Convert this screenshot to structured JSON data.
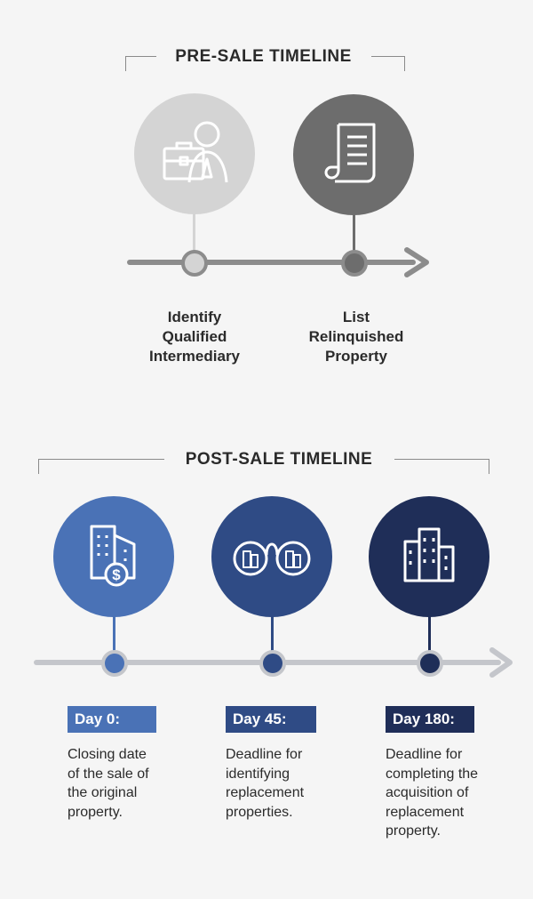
{
  "pre_sale": {
    "title": "PRE-SALE TIMELINE",
    "steps": [
      {
        "label": "Identify\nQualified\nIntermediary",
        "icon": "briefcase-person-icon"
      },
      {
        "label": "List\nRelinquished\nProperty",
        "icon": "document-scroll-icon"
      }
    ]
  },
  "post_sale": {
    "title": "POST-SALE TIMELINE",
    "steps": [
      {
        "day": "Day 0:",
        "description": "Closing date\nof the sale of\nthe original\nproperty.",
        "icon": "building-dollar-icon",
        "color": "#4a72b6"
      },
      {
        "day": "Day 45:",
        "description": "Deadline for\nidentifying\nreplacement\nproperties.",
        "icon": "binoculars-buildings-icon",
        "color": "#2f4b85"
      },
      {
        "day": "Day 180:",
        "description": "Deadline for\ncompleting the\nacquisition of\nreplacement\nproperty.",
        "icon": "buildings-icon",
        "color": "#1f2e58"
      }
    ]
  },
  "colors": {
    "track": "#c4c6cb",
    "pre_track": "#8c8c8c",
    "pre_circle_light": "#d4d4d4",
    "pre_circle_dark": "#6d6d6d"
  }
}
